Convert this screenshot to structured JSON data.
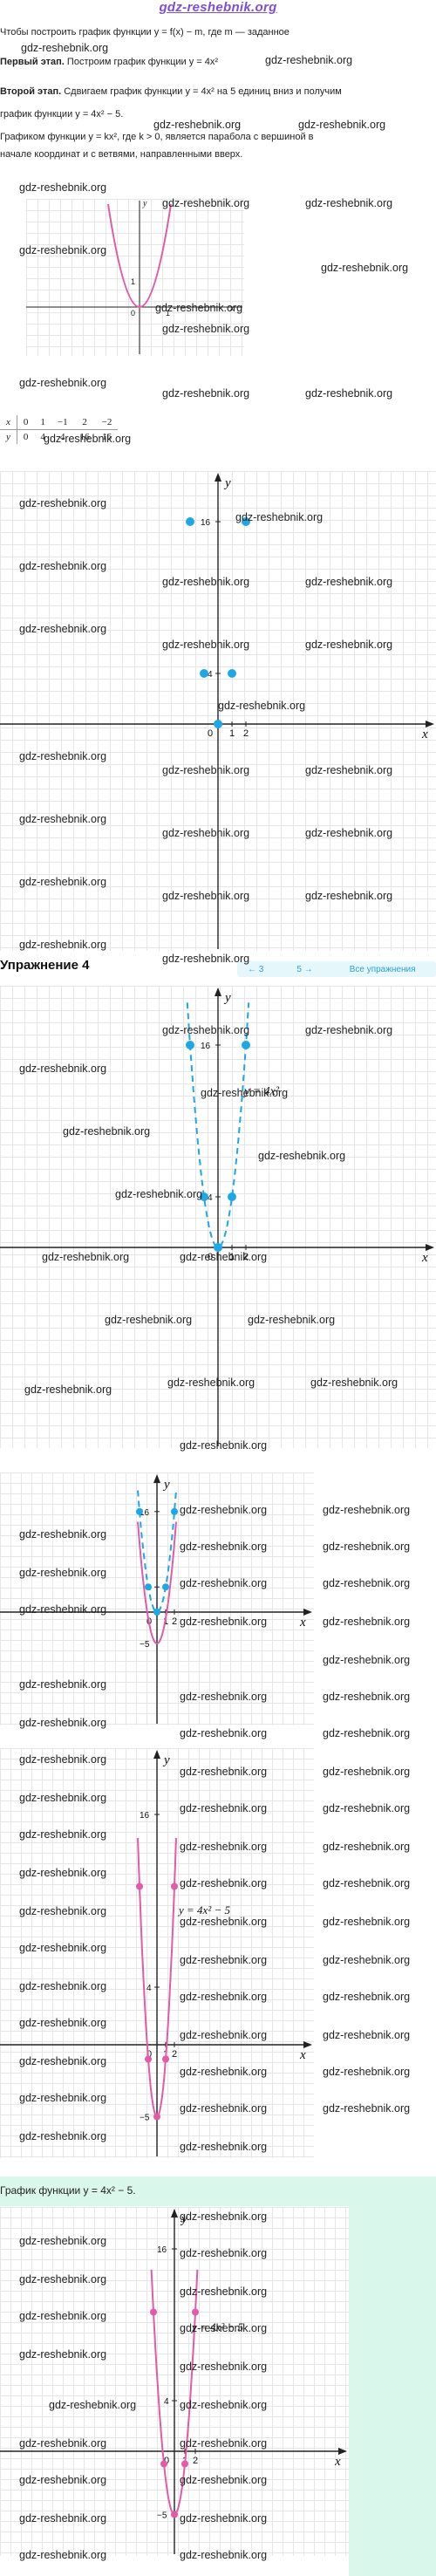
{
  "site": {
    "logo": "gdz-reshebnik.org"
  },
  "watermark": "gdz-reshebnik.org",
  "intro": {
    "line1": "Чтобы построить график функции y = f(x) − m, где m — заданное",
    "step1_label": "Первый этап.",
    "step1_text": "Построим график функции y = 4x²",
    "step2_label": "Второй этап.",
    "step2_text": "Сдвигаем график функции y = 4x² на 5 единиц вниз и получим",
    "step2_text2": "график функции y = 4x² − 5.",
    "para2_line1": "Графиком функции y = kx², где k > 0, является парабола с вершиной в",
    "para2_line2": "начале координат и с ветвями, направленными вверх."
  },
  "value_table": {
    "x_label": "x",
    "y_label": "y",
    "x": [
      "0",
      "1",
      "−1",
      "2",
      "−2"
    ],
    "y": [
      "0",
      "4",
      "4",
      "16",
      "16"
    ]
  },
  "graph_labels": {
    "x": "x",
    "y": "y",
    "zero": "0",
    "one": "1",
    "two": "2",
    "four": "4",
    "sixteen": "16",
    "minus_five": "−5",
    "func1": "y = 4x²",
    "func2": "y = 4x² − 5"
  },
  "nav": {
    "prev": "← 3",
    "next": "5 →",
    "all": "Все упражнения"
  },
  "exercise": {
    "title": "Упражнение 4"
  },
  "final": {
    "caption": "График функции y = 4x² − 5."
  },
  "colors": {
    "parabola": "#e25aa8",
    "dots": "#1ea7e6",
    "accent": "#7b4fd6",
    "final_bg": "#d9f7ea"
  }
}
